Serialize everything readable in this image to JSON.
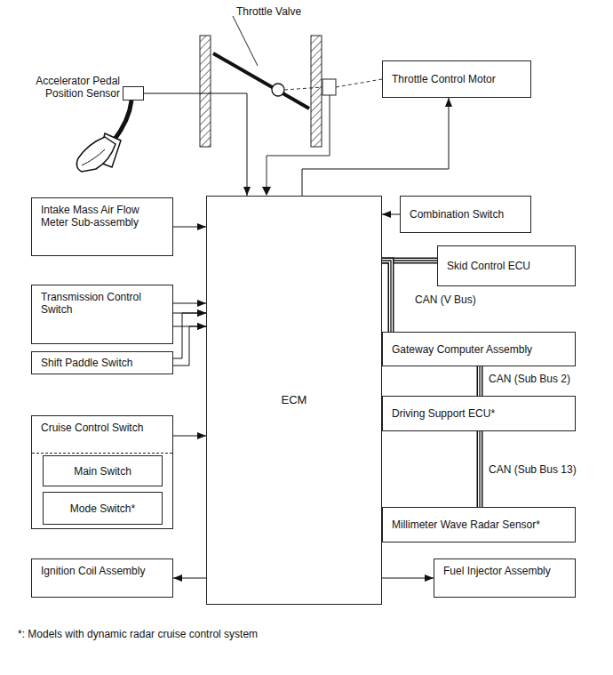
{
  "diagram": {
    "nodes": [
      {
        "text": [
          "Accelerator Pedal Position Sensor"
        ]
      },
      {
        "text": [
          "Throttle Control Motor"
        ]
      },
      {
        "text": [
          "Intake Mass Air Flow Meter Sub-assembly"
        ]
      },
      {
        "text": [
          "ECM"
        ]
      },
      {
        "text": [
          "Combination Switch"
        ]
      },
      {
        "text": [
          "Skid Control ECU"
        ]
      },
      {
        "text": [
          "Transmission Control Switch"
        ]
      },
      {
        "text": [
          "Gateway Computer Assembly"
        ]
      },
      {
        "text": [
          "Shift Paddle Switch"
        ]
      },
      {
        "text": [
          "Driving Support ECU*"
        ]
      },
      {
        "text": [
          "Cruise Control Switch"
        ]
      },
      {
        "text": [
          "Main Switch"
        ],
        "in": 10
      },
      {
        "text": [
          "Mode Switch*"
        ],
        "in": 10
      },
      {
        "text": [
          "Millimeter Wave Radar Sensor*"
        ]
      },
      {
        "text": [
          "Ignition Coil Assembly"
        ]
      },
      {
        "text": [
          "Fuel Injector Assembly"
        ]
      }
    ],
    "edges": [
      {
        "from": 0,
        "to": 3,
        "arrow": "to"
      },
      {
        "from": 3,
        "to": 1,
        "arrow": "to"
      },
      {
        "from": 2,
        "to": 3,
        "arrow": "to"
      },
      {
        "from": 4,
        "to": 3,
        "arrow": "to"
      },
      {
        "from": 3,
        "to": 5,
        "arrow": "none"
      },
      {
        "from": 3,
        "to": 7,
        "label": "CAN (V Bus)",
        "arrow": "none"
      },
      {
        "from": 7,
        "to": 9,
        "label": "CAN (Sub Bus 2)",
        "arrow": "none"
      },
      {
        "from": 9,
        "to": 13,
        "label": "CAN (Sub Bus 13)",
        "arrow": "none"
      },
      {
        "from": 6,
        "to": 3,
        "arrow": "to"
      },
      {
        "from": 6,
        "to": 3,
        "arrow": "to"
      },
      {
        "from": 6,
        "to": 3,
        "arrow": "to"
      },
      {
        "from": 8,
        "to": 3,
        "arrow": "to"
      },
      {
        "from": 8,
        "to": 3,
        "arrow": "to"
      },
      {
        "from": 10,
        "to": 3,
        "arrow": "to"
      },
      {
        "from": 3,
        "to": 14,
        "arrow": "to"
      },
      {
        "from": 3,
        "to": 15,
        "arrow": "to"
      }
    ],
    "labels": [
      "Throttle Valve",
      "*: Models with dynamic radar cruise control system"
    ]
  }
}
